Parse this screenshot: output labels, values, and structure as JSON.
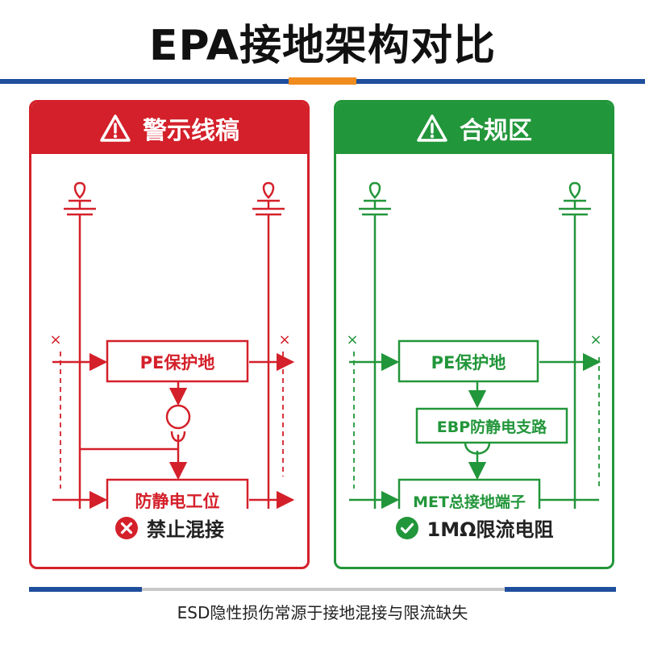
{
  "title": "EPA接地架构对比",
  "colors": {
    "warning": "#d4202a",
    "compliant": "#22963a",
    "accent_blue": "#1f4e9c",
    "accent_orange": "#f08c1e"
  },
  "warning_panel": {
    "heading": "警示线稿",
    "heading_icon": "warning-triangle-icon",
    "nodes": {
      "pe": "PE保护地",
      "station": "防静电工位"
    },
    "cross_mark": "×",
    "verdict_icon": "x-circle-icon",
    "verdict": "禁止混接"
  },
  "compliant_panel": {
    "heading": "合规区",
    "heading_icon": "warning-triangle-icon",
    "nodes": {
      "pe": "PE保护地",
      "ebp": "EBP防静电支路",
      "met": "MET总接地端子"
    },
    "cross_mark": "×",
    "verdict_icon": "check-circle-icon",
    "verdict": "1MΩ限流电阻"
  },
  "caption": "ESD隐性损伤常源于接地混接与限流缺失"
}
